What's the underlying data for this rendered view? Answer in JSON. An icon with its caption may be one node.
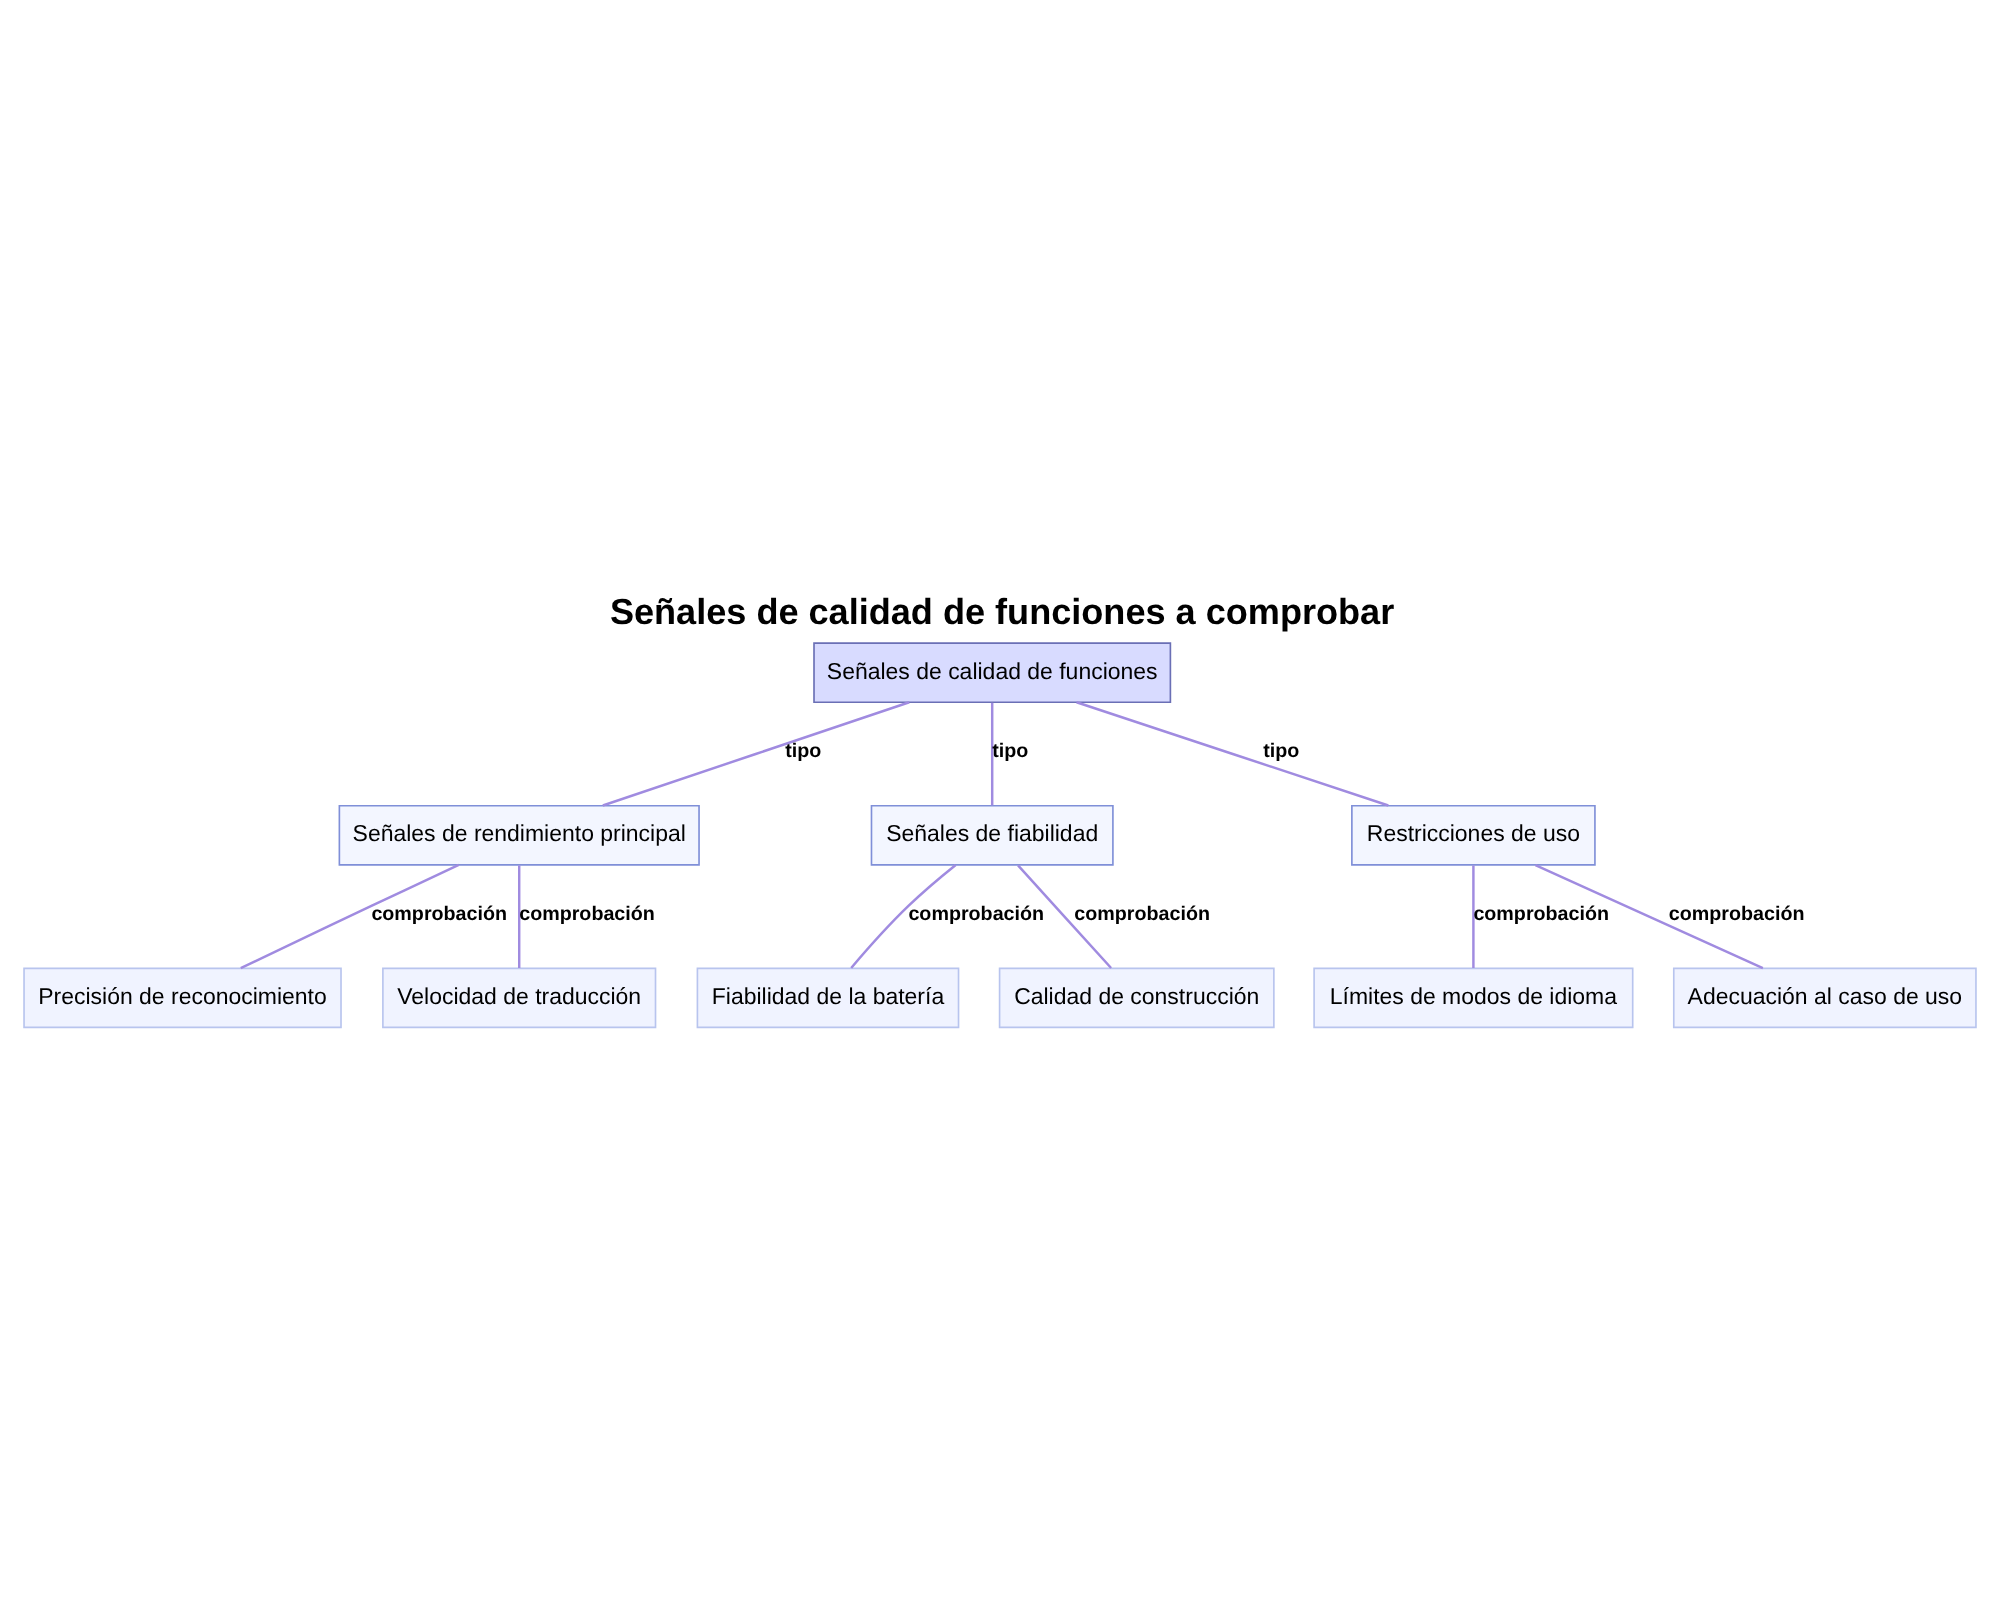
{
  "diagram": {
    "title": "Señales de calidad de funciones a comprobar",
    "nodes": [
      {
        "text": [
          "Señales de calidad de funciones"
        ]
      },
      {
        "text": [
          "Señales de rendimiento principal"
        ]
      },
      {
        "text": [
          "Señales de fiabilidad"
        ]
      },
      {
        "text": [
          "Restricciones de uso"
        ]
      },
      {
        "text": [
          "Precisión de reconocimiento"
        ]
      },
      {
        "text": [
          "Velocidad de traducción"
        ]
      },
      {
        "text": [
          "Fiabilidad de la batería"
        ]
      },
      {
        "text": [
          "Calidad de construcción"
        ]
      },
      {
        "text": [
          "Límites de modos de idioma"
        ]
      },
      {
        "text": [
          "Adecuación al caso de uso"
        ]
      }
    ],
    "edges": [
      {
        "from": 0,
        "to": 1,
        "arrow": "none",
        "label": "tipo"
      },
      {
        "from": 0,
        "to": 2,
        "arrow": "none",
        "label": "tipo"
      },
      {
        "from": 0,
        "to": 3,
        "arrow": "none",
        "label": "tipo"
      },
      {
        "from": 1,
        "to": 4,
        "arrow": "none",
        "label": "comprobación"
      },
      {
        "from": 1,
        "to": 5,
        "arrow": "none",
        "label": "comprobación"
      },
      {
        "from": 2,
        "to": 6,
        "arrow": "none",
        "label": "comprobación"
      },
      {
        "from": 2,
        "to": 7,
        "arrow": "none",
        "label": "comprobación"
      },
      {
        "from": 3,
        "to": 8,
        "arrow": "none",
        "label": "comprobación"
      },
      {
        "from": 3,
        "to": 9,
        "arrow": "none",
        "label": "comprobación"
      }
    ]
  }
}
